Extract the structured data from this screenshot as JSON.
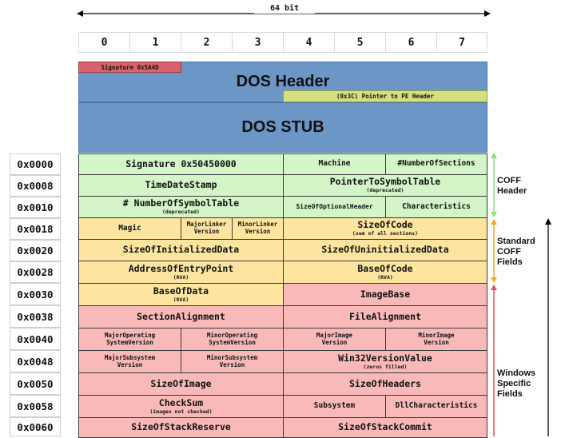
{
  "top_width_label": "64 bit",
  "byte_columns": [
    "0",
    "1",
    "2",
    "3",
    "4",
    "5",
    "6",
    "7"
  ],
  "dos": {
    "signature": "Signature 0x5A4D",
    "header_title": "DOS Header",
    "pe_pointer": "(0x3C) Pointer to PE Header",
    "stub_title": "DOS STUB"
  },
  "offsets": [
    "0x0000",
    "0x0008",
    "0x0010",
    "0x0018",
    "0x0020",
    "0x0028",
    "0x0030",
    "0x0038",
    "0x0040",
    "0x0048",
    "0x0050",
    "0x0058",
    "0x0060"
  ],
  "fields": {
    "signature_pe": "Signature 0x50450000",
    "machine": "Machine",
    "num_sections": "#NumberOfSections",
    "timedatestamp": "TimeDateStamp",
    "ptr_symtable": "PointerToSymbolTable",
    "ptr_symtable_note": "(deprecated)",
    "num_symtable": "# NumberOfSymbolTable",
    "num_symtable_note": "(deprecated)",
    "size_opt_header": "SizeOfOptionalHeader",
    "characteristics": "Characteristics",
    "magic": "Magic",
    "major_linker": "MajorLinker Version",
    "minor_linker": "MinorLinker Version",
    "size_of_code": "SizeOfCode",
    "size_of_code_note": "(sum of all sections)",
    "size_init": "SizeOfInitializedData",
    "size_uninit": "SizeOfUninitializedData",
    "entry_point": "AddressOfEntryPoint",
    "entry_point_note": "(RVA)",
    "base_of_code": "BaseOfCode",
    "base_of_code_note": "(RVA)",
    "base_of_data": "BaseOfData",
    "base_of_data_note": "(RVA)",
    "image_base": "ImageBase",
    "section_alignment": "SectionAlignment",
    "file_alignment": "FileAlignment",
    "major_os": "MajorOperating SystemVersion",
    "minor_os": "MinorOperating SystemVersion",
    "major_image": "MajorImage Version",
    "minor_image": "MinorImage Version",
    "major_subsys": "MajorSubsystem Version",
    "minor_subsys": "MinorSubsystem Version",
    "win32_version": "Win32VersionValue",
    "win32_version_note": "(zeros filled)",
    "size_of_image": "SizeOfImage",
    "size_of_headers": "SizeOfHeaders",
    "checksum": "CheckSum",
    "checksum_note": "(images not checked)",
    "subsystem": "Subsystem",
    "dll_characteristics": "DllCharacteristics",
    "stack_reserve": "SizeOfStackReserve",
    "stack_commit": "SizeOfStackCommit"
  },
  "sections": {
    "coff": "COFF Header",
    "standard": "Standard COFF Fields",
    "windows": "Windows Specific Fields"
  },
  "colors": {
    "dos_blue": "#6b96c5",
    "signature_red": "#d9636c",
    "pointer_lime": "#d4e07e",
    "coff_green": "#d4f5c7",
    "standard_yellow": "#fde5a0",
    "windows_pink": "#f9b9b9",
    "arrow_green": "#8fe07a",
    "arrow_orange": "#f5a623",
    "arrow_red": "#e0525c"
  }
}
